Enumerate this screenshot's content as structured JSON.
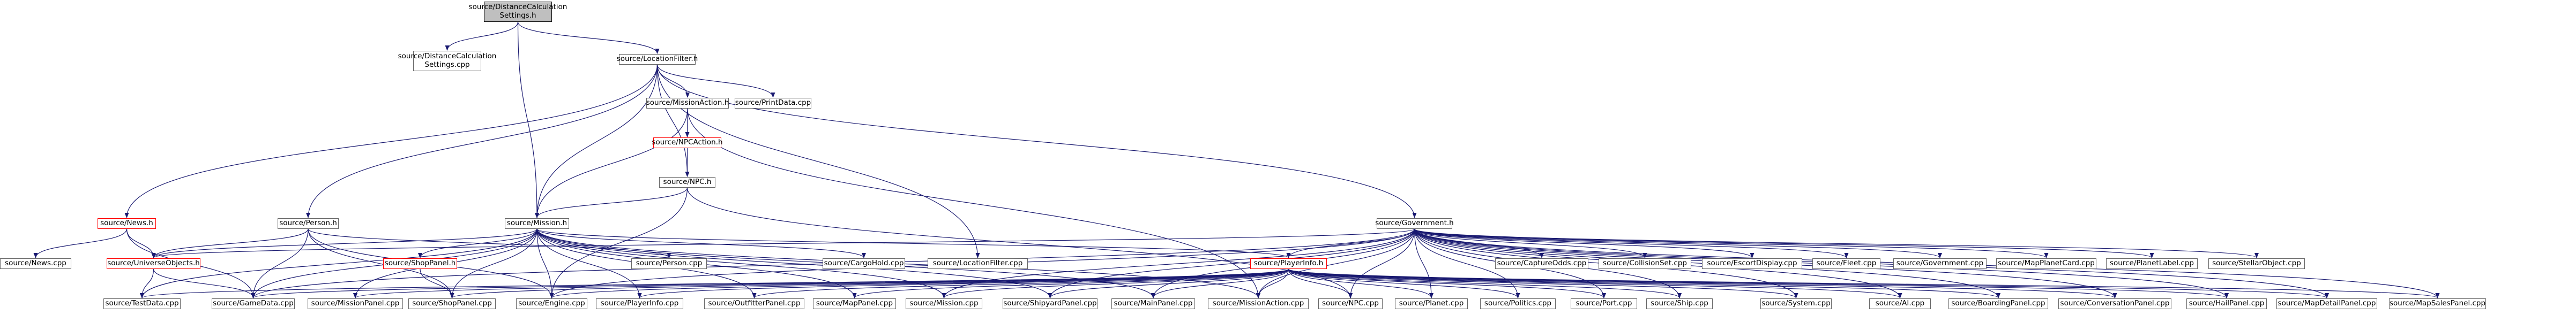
{
  "graph": {
    "edge_color": "#191970",
    "nodes": {
      "root": [
        "source/DistanceCalculation",
        "Settings.h"
      ],
      "dcs_cpp": [
        "source/DistanceCalculation",
        "Settings.cpp"
      ],
      "locationfilter_h": [
        "source/LocationFilter.h"
      ],
      "missionaction_h": [
        "source/MissionAction.h"
      ],
      "printdata_cpp": [
        "source/PrintData.cpp"
      ],
      "npcaction_h": [
        "source/NPCAction.h"
      ],
      "npc_h": [
        "source/NPC.h"
      ],
      "news_h": [
        "source/News.h"
      ],
      "person_h": [
        "source/Person.h"
      ],
      "mission_h": [
        "source/Mission.h"
      ],
      "government_h": [
        "source/Government.h"
      ],
      "news_cpp": [
        "source/News.cpp"
      ],
      "universeobjects_h": [
        "source/UniverseObjects.h"
      ],
      "shoppanel_h": [
        "source/ShopPanel.h"
      ],
      "person_cpp": [
        "source/Person.cpp"
      ],
      "cargohold_cpp": [
        "source/CargoHold.cpp"
      ],
      "locationfilter_cpp": [
        "source/LocationFilter.cpp"
      ],
      "playerinfo_h": [
        "source/PlayerInfo.h"
      ],
      "captureodds_cpp": [
        "source/CaptureOdds.cpp"
      ],
      "collisionset_cpp": [
        "source/CollisionSet.cpp"
      ],
      "escortdisplay_cpp": [
        "source/EscortDisplay.cpp"
      ],
      "fleet_cpp": [
        "source/Fleet.cpp"
      ],
      "government_cpp": [
        "source/Government.cpp"
      ],
      "mapplanetcard_cpp": [
        "source/MapPlanetCard.cpp"
      ],
      "planetlabel_cpp": [
        "source/PlanetLabel.cpp"
      ],
      "stellarobject_cpp": [
        "source/StellarObject.cpp"
      ],
      "testdata_cpp": [
        "source/TestData.cpp"
      ],
      "gamedata_cpp": [
        "source/GameData.cpp"
      ],
      "missionpanel_cpp": [
        "source/MissionPanel.cpp"
      ],
      "shoppanel_cpp": [
        "source/ShopPanel.cpp"
      ],
      "engine_cpp": [
        "source/Engine.cpp"
      ],
      "playerinfo_cpp": [
        "source/PlayerInfo.cpp"
      ],
      "outfitterpanel_cpp": [
        "source/OutfitterPanel.cpp"
      ],
      "mappanel_cpp": [
        "source/MapPanel.cpp"
      ],
      "mission_cpp": [
        "source/Mission.cpp"
      ],
      "shipyardpanel_cpp": [
        "source/ShipyardPanel.cpp"
      ],
      "mainpanel_cpp": [
        "source/MainPanel.cpp"
      ],
      "missionaction_cpp": [
        "source/MissionAction.cpp"
      ],
      "npc_cpp": [
        "source/NPC.cpp"
      ],
      "planet_cpp": [
        "source/Planet.cpp"
      ],
      "politics_cpp": [
        "source/Politics.cpp"
      ],
      "port_cpp": [
        "source/Port.cpp"
      ],
      "ship_cpp": [
        "source/Ship.cpp"
      ],
      "system_cpp": [
        "source/System.cpp"
      ],
      "ai_cpp": [
        "source/AI.cpp"
      ],
      "boardingpanel_cpp": [
        "source/BoardingPanel.cpp"
      ],
      "conversationpanel_cpp": [
        "source/ConversationPanel.cpp"
      ],
      "hailpanel_cpp": [
        "source/HailPanel.cpp"
      ],
      "mapdetailpanel_cpp": [
        "source/MapDetailPanel.cpp"
      ],
      "mapsalespanel_cpp": [
        "source/MapSalesPanel.cpp"
      ]
    }
  }
}
